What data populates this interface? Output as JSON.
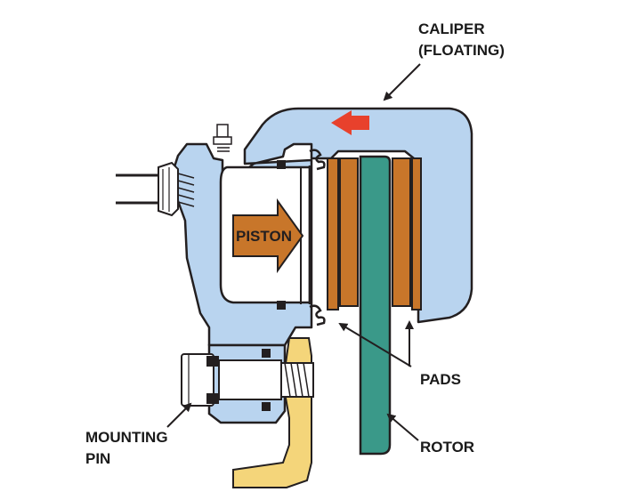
{
  "labels": {
    "caliper_line1": "CALIPER",
    "caliper_line2": "(FLOATING)",
    "piston": "PISTON",
    "pads": "PADS",
    "rotor": "ROTOR",
    "mounting_line1": "MOUNTING",
    "mounting_line2": "PIN"
  },
  "colors": {
    "caliper": "#b9d4ef",
    "piston_fill": "#ffffff",
    "pad": "#c8762a",
    "rotor": "#3a9989",
    "knuckle": "#f4d57a",
    "arrow_red": "#e8412c",
    "arrow_orange": "#c8762a",
    "outline": "#231f20"
  }
}
